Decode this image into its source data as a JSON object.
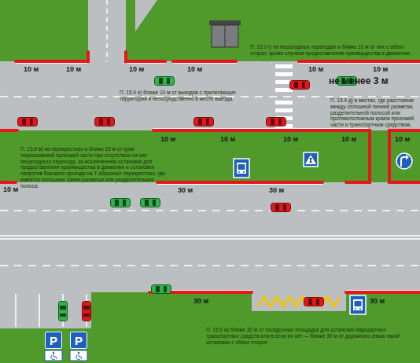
{
  "diagram": {
    "nodes": [
      {
        "text": [
          "P"
        ]
      },
      {
        "text": [
          "P"
        ]
      }
    ],
    "labels": [
      "П. 15.9 г) не пешеходных переходах и ближе 10 м от них с обеих сторон, кроме случаев предоставления преимущества в движении;",
      "10 м",
      "10 м",
      "10 м",
      "10 м",
      "10 м",
      "10 м",
      "не менее 3 м",
      "П. 15.9 е) ближе 10 м от выездов с прилегающих территорий и непосредственно в месте выезда.",
      "П. 15.9 д) в местах, где расстояние между сплошной линией разметки, разделительной полосой или противоположным краем проезжей части и транспортным средством,",
      "П. 15.9 в) на перекрестках и ближе 10 м от края пересекаемой проезжей части при отсутствии на них пешеходного перехода, за исключением остановки для предоставления преимущества в движении и остановки напротив бокового проезда на Т-образных перекрестках, где имеется сплошная линия разметки или разделительная полоса;",
      "10 м",
      "10 м",
      "10 м",
      "10 м",
      "10 м",
      "10 м",
      "30 м",
      "30 м",
      "30 м",
      "30 м",
      "П. 15.9 ж) ближе 30 м от посадочных площадок для остановки маршрутных транспортных средств или в если их нет — ближе 30 м от дорожного знака такой остановки с обеих сторон."
    ]
  }
}
